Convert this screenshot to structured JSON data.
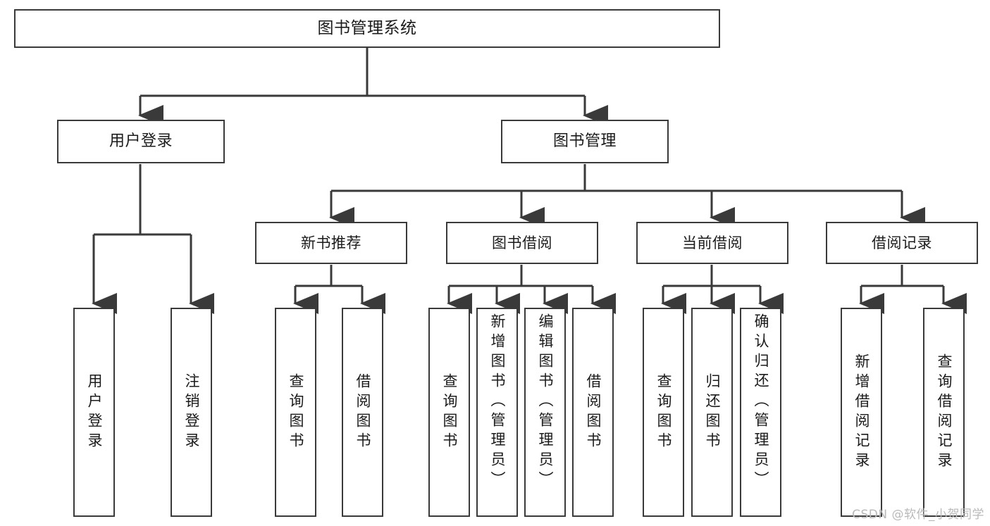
{
  "diagram": {
    "title": "图书管理系统",
    "type": "tree-hierarchy",
    "colors": {
      "background": "#ffffff",
      "box_border": "#3a3a3a",
      "box_fill": "#ffffff",
      "text": "#1b1b1b",
      "connector": "#3a3a3a",
      "watermark": "#b9b9b9"
    },
    "root": {
      "label": "图书管理系统"
    },
    "level2": [
      {
        "label": "用户登录"
      },
      {
        "label": "图书管理"
      }
    ],
    "level3": [
      {
        "label": "新书推荐"
      },
      {
        "label": "图书借阅"
      },
      {
        "label": "当前借阅"
      },
      {
        "label": "借阅记录"
      }
    ],
    "leaves": {
      "user_login": [
        {
          "label": "用户登录"
        },
        {
          "label": "注销登录"
        }
      ],
      "new_book_recommend": [
        {
          "label": "查询图书"
        },
        {
          "label": "借阅图书"
        }
      ],
      "book_borrow": [
        {
          "label": "查询图书"
        },
        {
          "label": "新增图书（管理员）"
        },
        {
          "label": "编辑图书（管理员）"
        },
        {
          "label": "借阅图书"
        }
      ],
      "current_borrow": [
        {
          "label": "查询图书"
        },
        {
          "label": "归还图书"
        },
        {
          "label": "确认归还（管理员）"
        }
      ],
      "borrow_record": [
        {
          "label": "新增借阅记录"
        },
        {
          "label": "查询借阅记录"
        }
      ]
    }
  },
  "watermark": {
    "text": "CSDN @软件_小贺同学"
  }
}
